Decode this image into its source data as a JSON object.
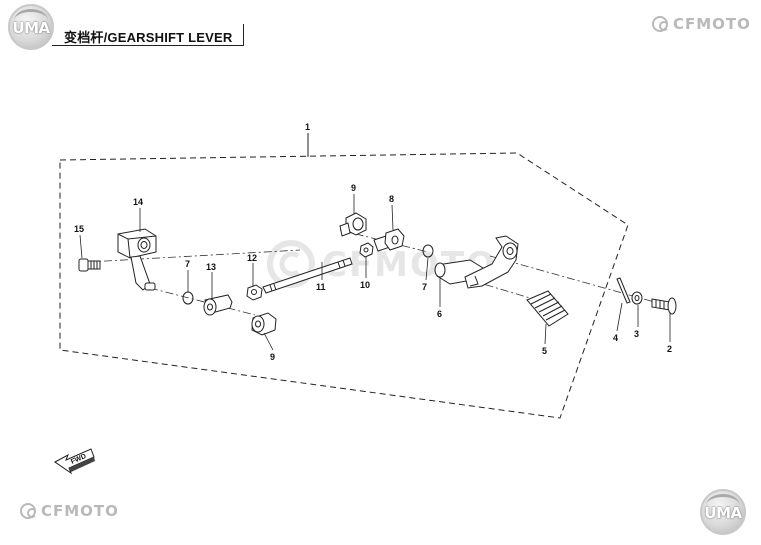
{
  "header": {
    "title": "变档杆/GEARSHIFT LEVER"
  },
  "logos": {
    "uma_text": "UMA",
    "cfmoto_text": "CFMOTO"
  },
  "diagram": {
    "assembly_label": "1",
    "callouts": {
      "p1": "1",
      "p2": "2",
      "p3": "3",
      "p4": "4",
      "p5": "5",
      "p6": "6",
      "p7a": "7",
      "p7b": "7",
      "p8": "8",
      "p9a": "9",
      "p9b": "9",
      "p10": "10",
      "p11": "11",
      "p12": "12",
      "p13": "13",
      "p14": "14",
      "p15": "15"
    },
    "fwd_arrow_label": "FWD"
  },
  "colors": {
    "line": "#222222",
    "part_fill": "#ffffff",
    "logo_gray": "#b9b9b9",
    "watermark": "#d2d2d2"
  }
}
